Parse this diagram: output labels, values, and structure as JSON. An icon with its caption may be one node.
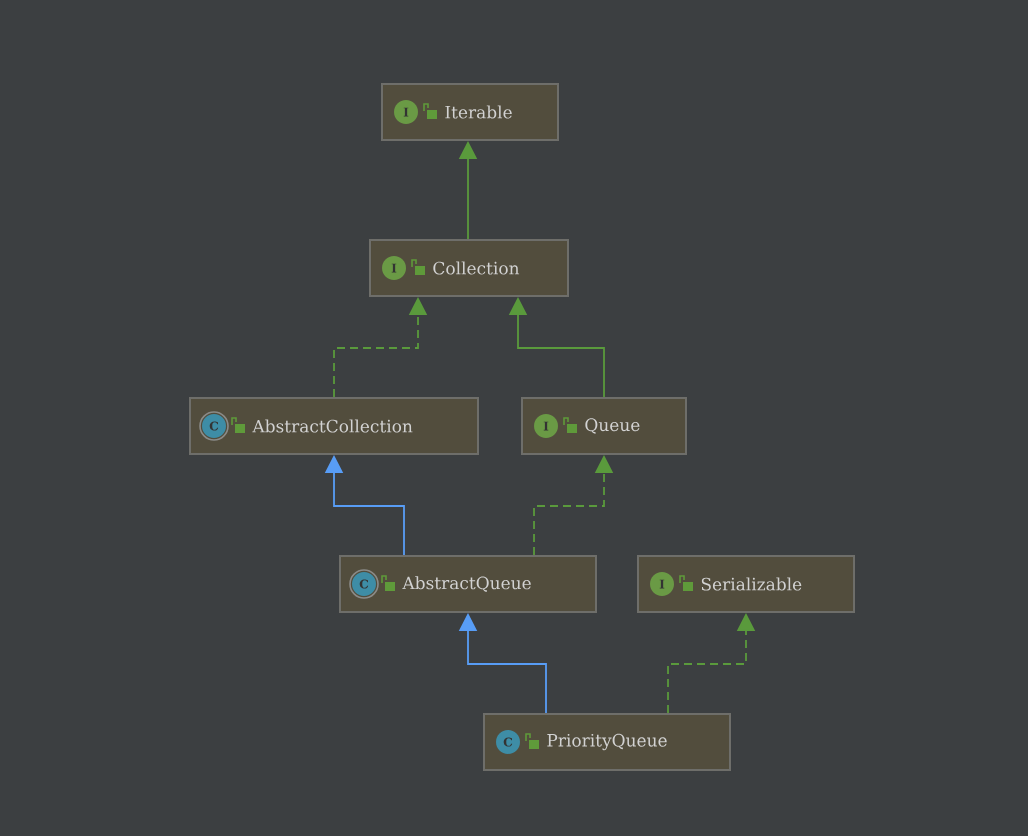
{
  "diagram": {
    "nodes": [
      {
        "text": [
          "I",
          "Iterable"
        ]
      },
      {
        "text": [
          "I",
          "Collection"
        ]
      },
      {
        "text": [
          "C",
          "AbstractCollection"
        ]
      },
      {
        "text": [
          "I",
          "Queue"
        ]
      },
      {
        "text": [
          "C",
          "AbstractQueue"
        ]
      },
      {
        "text": [
          "I",
          "Serializable"
        ]
      },
      {
        "text": [
          "C",
          "PriorityQueue"
        ]
      }
    ],
    "edges": [
      {
        "from": 1,
        "to": 0,
        "arrow": "to"
      },
      {
        "from": 2,
        "to": 1,
        "arrow": "to",
        "style": "dashed"
      },
      {
        "from": 3,
        "to": 1,
        "arrow": "to"
      },
      {
        "from": 4,
        "to": 2,
        "arrow": "to",
        "color": "#589df6"
      },
      {
        "from": 4,
        "to": 3,
        "arrow": "to",
        "style": "dashed"
      },
      {
        "from": 6,
        "to": 4,
        "arrow": "to",
        "color": "#589df6"
      },
      {
        "from": 6,
        "to": 5,
        "arrow": "to",
        "style": "dashed"
      }
    ]
  }
}
